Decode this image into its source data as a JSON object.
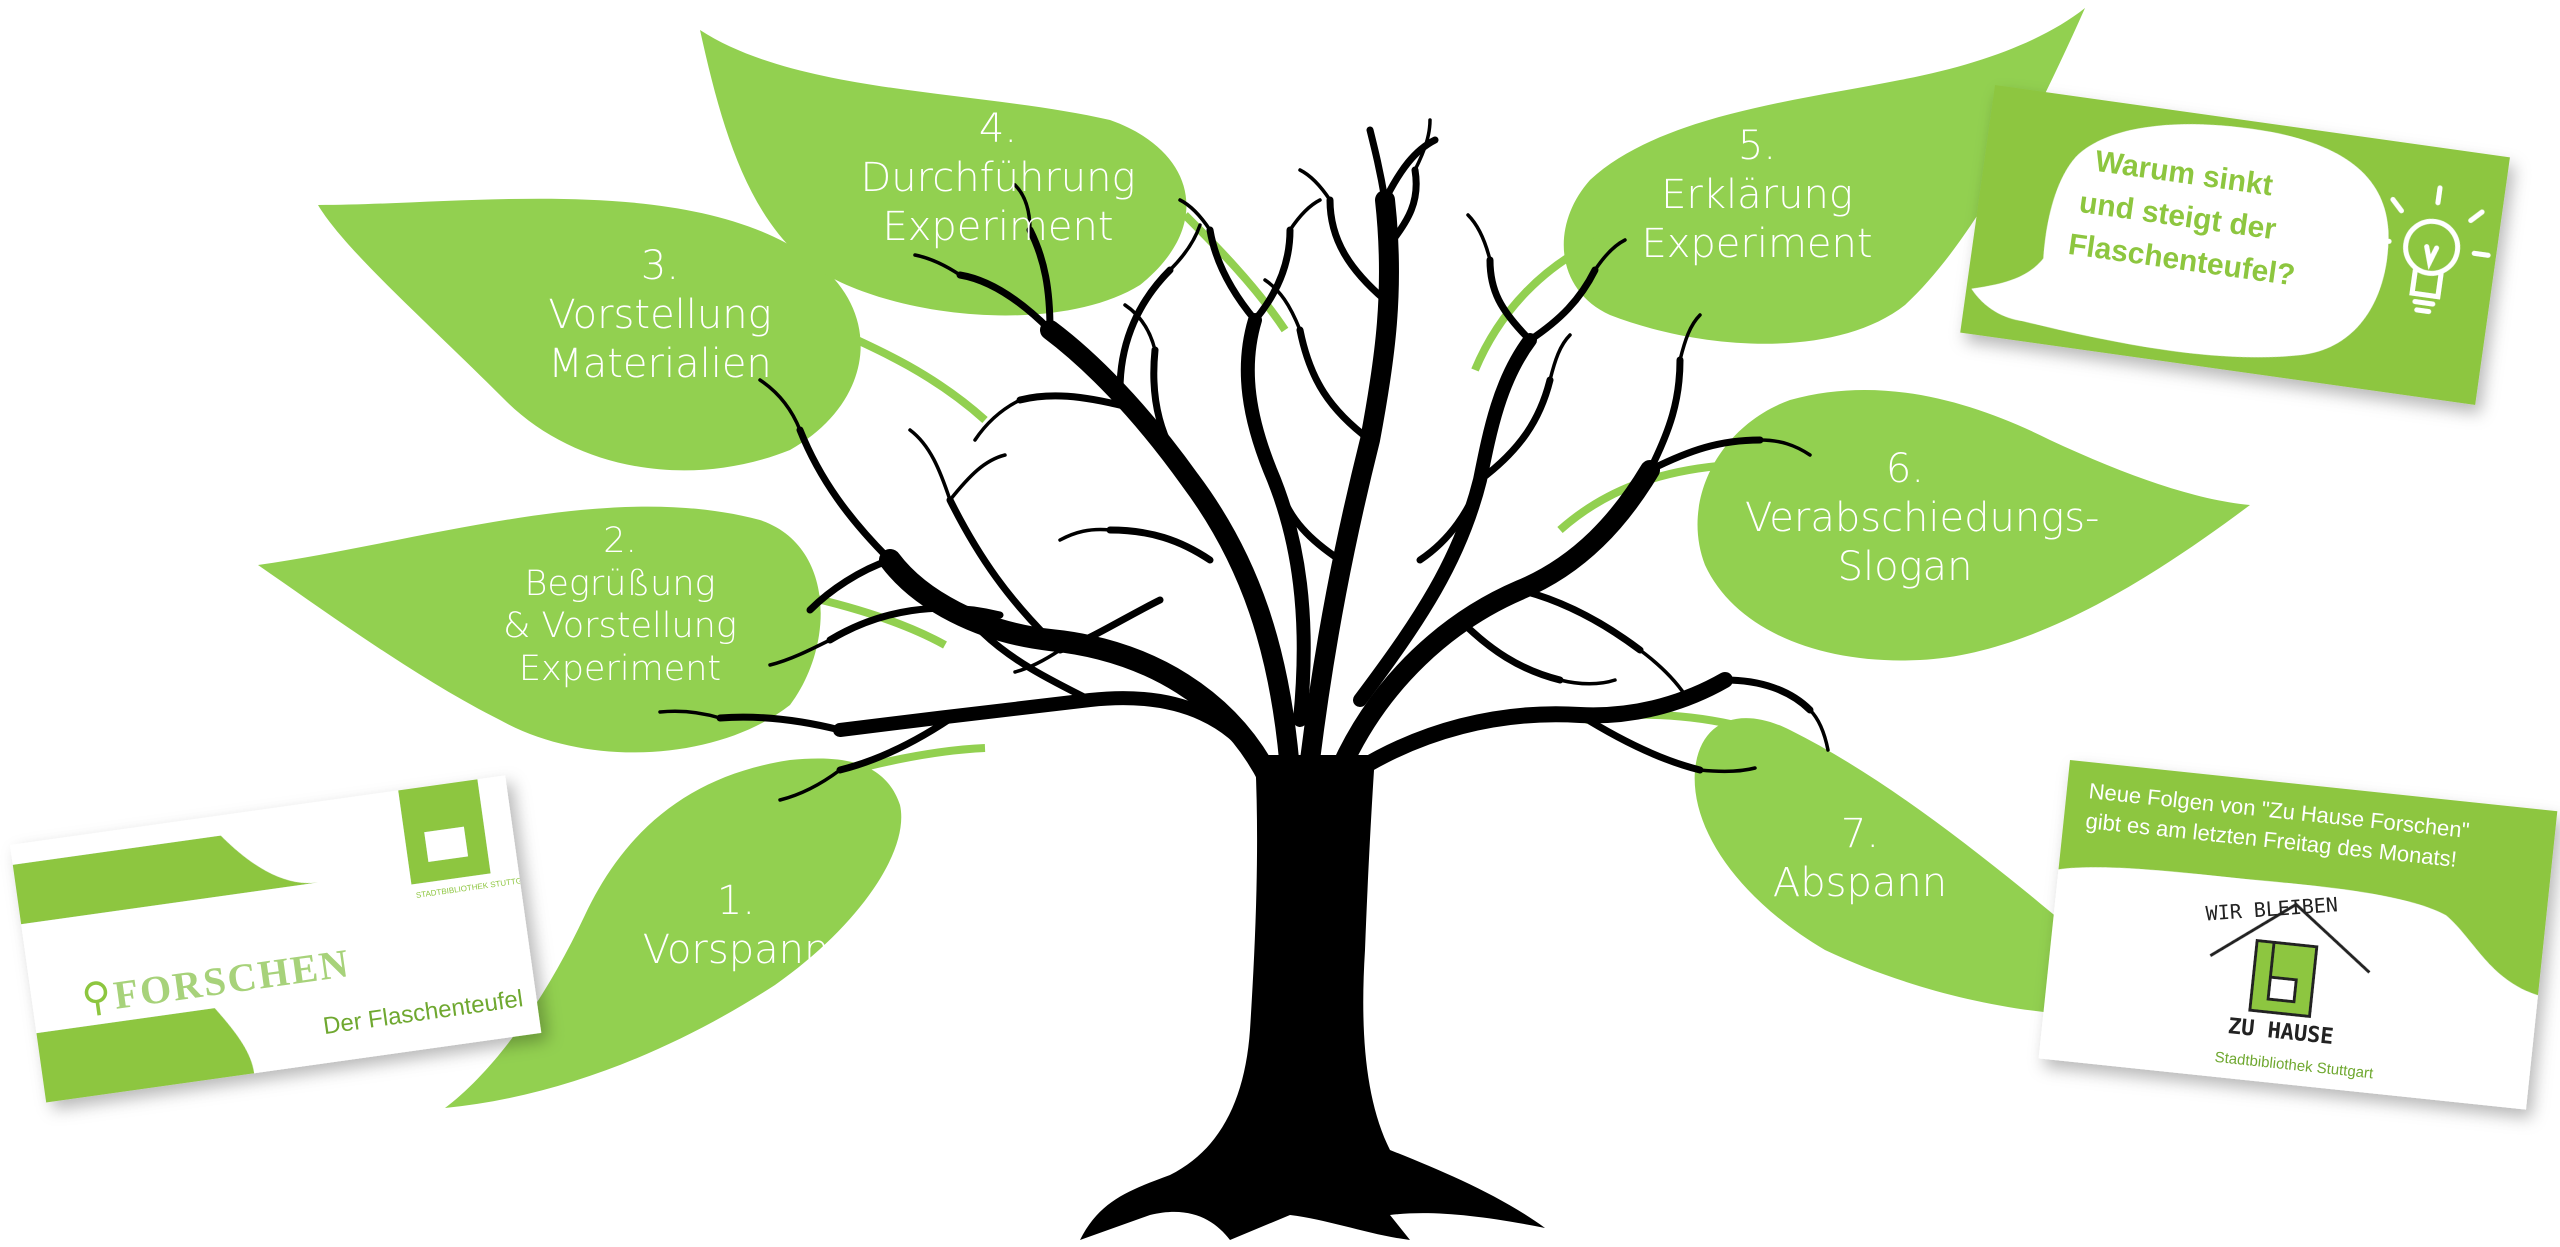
{
  "colors": {
    "leaf": "#92d050",
    "leaf_dark": "#7fc03a",
    "tree": "#000000",
    "card_green": "#8dc63f",
    "card_white": "#ffffff"
  },
  "steps": [
    {
      "number": "1.",
      "lines": [
        "Vorspann"
      ]
    },
    {
      "number": "2.",
      "lines": [
        "Begrüßung",
        "& Vorstellung",
        "Experiment"
      ]
    },
    {
      "number": "3.",
      "lines": [
        "Vorstellung",
        "Materialien"
      ]
    },
    {
      "number": "4.",
      "lines": [
        "Durchführung",
        "Experiment"
      ]
    },
    {
      "number": "5.",
      "lines": [
        "Erklärung",
        "Experiment"
      ]
    },
    {
      "number": "6.",
      "lines": [
        "Verabschiedungs-",
        "Slogan"
      ]
    },
    {
      "number": "7.",
      "lines": [
        "Abspann"
      ]
    }
  ],
  "cards": {
    "intro": {
      "title_line1": "Zu Hause",
      "title_line2": "FORSCHEN",
      "subtitle": "Der Flaschenteufel",
      "logo_caption": "STADTBIBLIOTHEK STUTTGART"
    },
    "question": {
      "lines": [
        "Warum sinkt",
        "und steigt der",
        "Flaschenteufel?"
      ],
      "icon": "lightbulb-icon"
    },
    "outro": {
      "lines": [
        "Neue Folgen von \"Zu Hause Forschen\"",
        "gibt es am letzten Freitag des Monats!"
      ],
      "sketch_top": "WIR BLEIBEN",
      "sketch_bottom": "ZU HAUSE",
      "caption": "Stadtbibliothek Stuttgart"
    }
  }
}
